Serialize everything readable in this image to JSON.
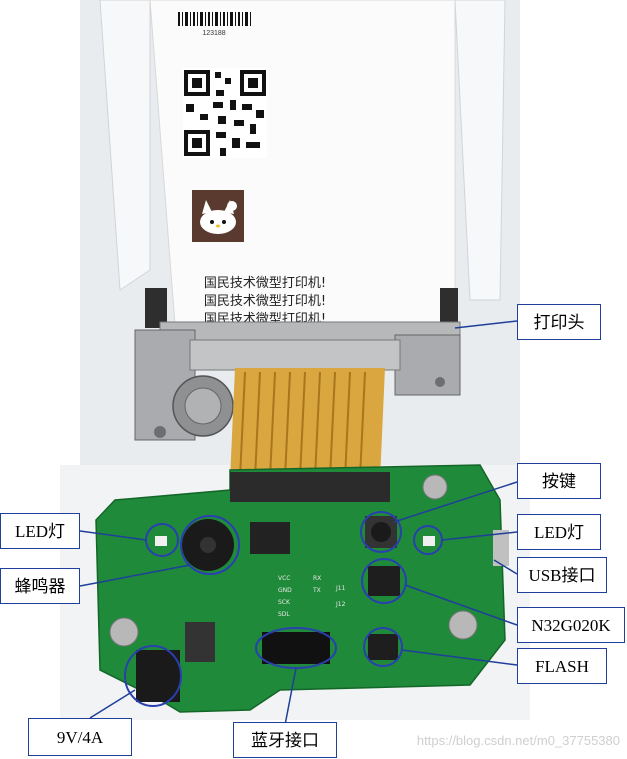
{
  "receipt": {
    "barcode_number": "123188",
    "text_lines": [
      "国民技术微型打印机!",
      "国民技术微型打印机!",
      "国民技术微型打印机!"
    ]
  },
  "labels": {
    "print_head": "打印头",
    "button": "按键",
    "led_left": "LED灯",
    "led_right": "LED灯",
    "buzzer": "蜂鸣器",
    "usb": "USB接口",
    "mcu": "N32G020K",
    "flash": "FLASH",
    "power": "9V/4A",
    "bluetooth": "蓝牙接口"
  },
  "silkscreen": {
    "vcc": "VCC",
    "gnd": "GND",
    "sck": "SCK",
    "scl": "SDL",
    "j11": "J11",
    "j12": "J12",
    "rx": "RX",
    "tx": "TX"
  },
  "watermark": "https://blog.csdn.net/m0_37755380",
  "colors": {
    "annotation_border": "#1f3f9a",
    "pcb": "#1f8a3a",
    "flex_cable": "#d9a640",
    "circle": "#2a3fb0"
  }
}
